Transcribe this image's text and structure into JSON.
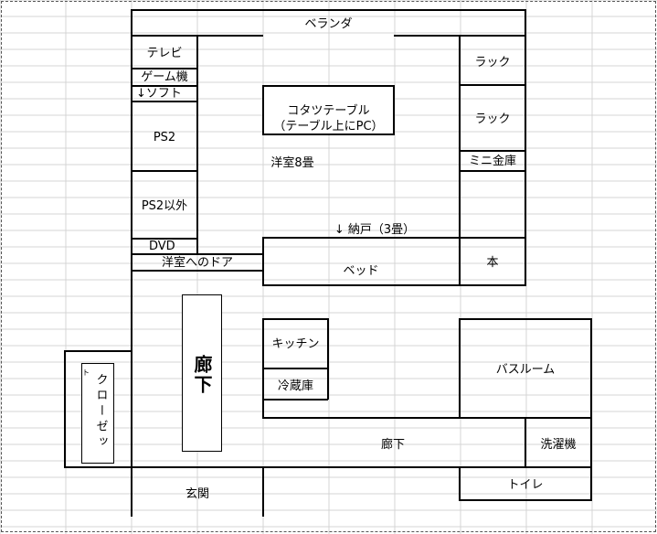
{
  "rooms": {
    "veranda": "ベランダ",
    "tv": "テレビ",
    "game_console": "ゲーム機",
    "software": "↓ソフト",
    "ps2": "PS2",
    "ps2_other": "PS2以外",
    "dvd": "DVD",
    "western_door": "洋室へのドア",
    "kotatsu_line1": "コタツテーブル",
    "kotatsu_line2": "（テーブル上にPC）",
    "western_room": "洋室8畳",
    "storage": "↓ 納戸（3畳）",
    "rack_top": "ラック",
    "rack_middle": "ラック",
    "mini_safe": "ミニ金庫",
    "books": "本",
    "bed": "ベッド",
    "hallway_big": "廊下",
    "kitchen": "キッチン",
    "fridge": "冷蔵庫",
    "bathroom": "バスルーム",
    "hallway": "廊下",
    "washing_machine": "洗濯機",
    "toilet": "トイレ",
    "entrance": "玄関",
    "closet": "クローゼッ",
    "closet_mark": "ト"
  }
}
